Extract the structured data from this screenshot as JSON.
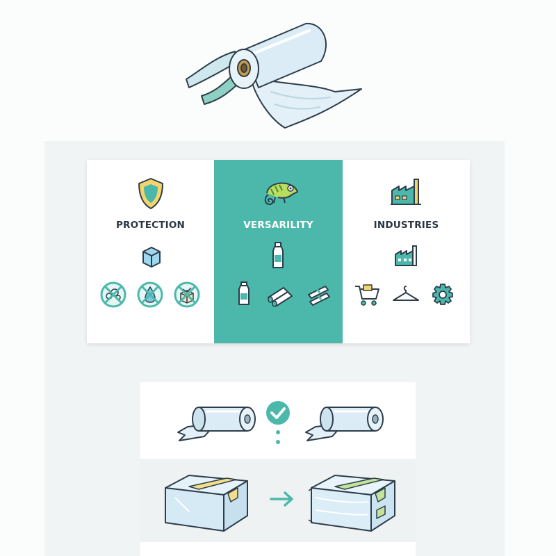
{
  "features": {
    "protection": {
      "title": "PROTECTION",
      "icons": [
        "shield-icon",
        "cube-icon",
        "no-dust-icon",
        "no-water-icon",
        "no-tamper-icon"
      ]
    },
    "versatility": {
      "title": "VERSARILITY",
      "icons": [
        "chameleon-icon",
        "bottle-icon",
        "small-bottle-icon",
        "pipes-icon",
        "rods-icon"
      ]
    },
    "industries": {
      "title": "INDUSTRIES",
      "icons": [
        "factory-icon",
        "factory-small-icon",
        "shopping-cart-icon",
        "hanger-icon",
        "gear-icon"
      ]
    }
  },
  "colors": {
    "accent": "#4bb8ab",
    "outline": "#2d3d4a",
    "film": "#dcecf6",
    "tape": "#f3dc8a",
    "tape_wrapped": "#c3e29a",
    "shield": "#f5d56b"
  }
}
